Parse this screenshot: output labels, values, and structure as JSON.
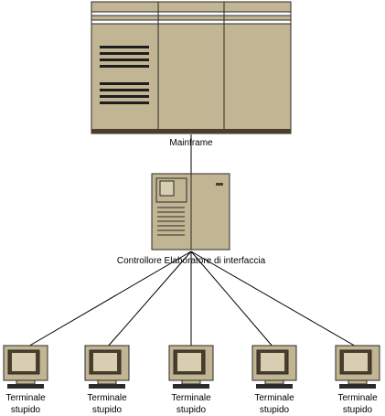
{
  "diagram": {
    "mainframe": {
      "label": "Mainframe"
    },
    "controller": {
      "label": "Controllore Elaboratore di interfaccia"
    },
    "terminals": [
      {
        "line1": "Terminale",
        "line2": "stupido"
      },
      {
        "line1": "Terminale",
        "line2": "stupido"
      },
      {
        "line1": "Terminale",
        "line2": "stupido"
      },
      {
        "line1": "Terminale",
        "line2": "stupido"
      },
      {
        "line1": "Terminale",
        "line2": "stupido"
      }
    ]
  },
  "colors": {
    "body": "#c2b593",
    "dark": "#4b3f2c",
    "outline": "#2a2a2a",
    "screen": "#d8cfb2"
  }
}
